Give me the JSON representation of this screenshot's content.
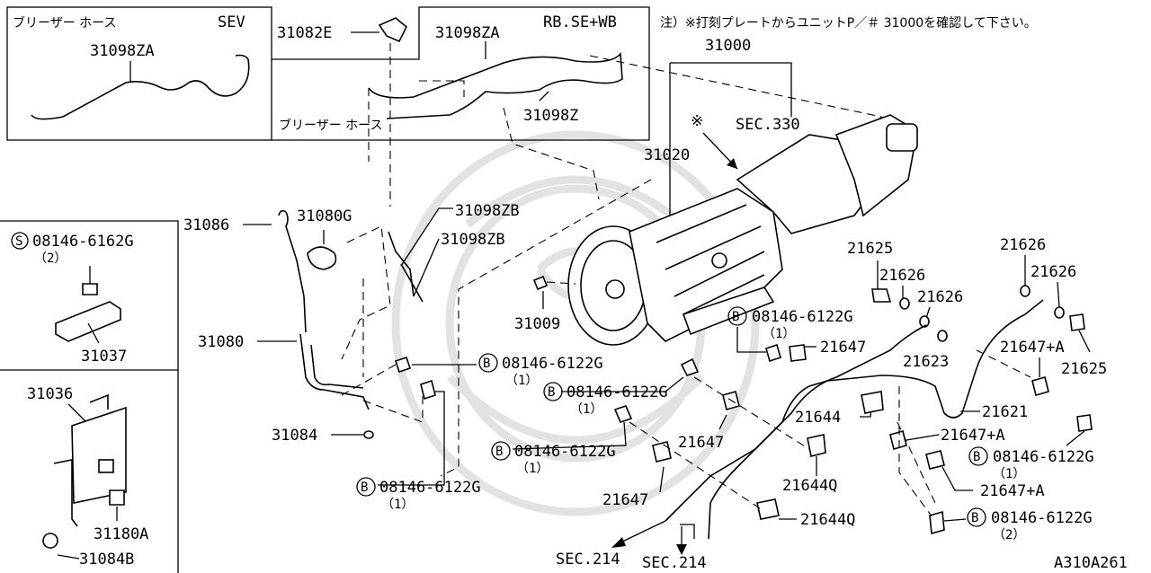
{
  "note": "注）※打刻プレートからユニットP／＃ 31000を確認して下さい。",
  "diagram_id": "A310A261",
  "inset_top_left": {
    "title": "ブリーザー ホース",
    "variant": "SEV",
    "part": "31098ZA"
  },
  "inset_top_center": {
    "variant": "RB.SE+WB",
    "title": "ブリーザー ホース",
    "parts": [
      "31082E",
      "31098ZA",
      "31098Z"
    ]
  },
  "side_panel": {
    "bolt_code": "08146-6162G",
    "bolt_qty": "（2）",
    "bolt_prefix": "S",
    "bracket": "31037",
    "unit": "31036",
    "bolt2": "31180A",
    "nut": "31084B"
  },
  "labels": {
    "p31000": "31000",
    "sec330": "SEC.330",
    "star": "※",
    "p31020": "31020",
    "p31086": "31086",
    "p31080g": "31080G",
    "p31098zb1": "31098ZB",
    "p31098zb2": "31098ZB",
    "p31009": "31009",
    "p31080": "31080",
    "p31084": "31084",
    "p21625a": "21625",
    "p21626a": "21626",
    "p21626b": "21626",
    "p21626c": "21626",
    "p21626d": "21626",
    "p21647a": "21647",
    "p21623": "21623",
    "p21647pa1": "21647+A",
    "p21625b": "21625",
    "p21621": "21621",
    "p21644": "21644",
    "p21647b": "21647",
    "p21647pa2": "21647+A",
    "p21644q1": "21644Q",
    "p21647c": "21647",
    "p21647pa3": "21647+A",
    "p21644q2": "21644Q",
    "sec214a": "SEC.214",
    "sec214b": "SEC.214"
  },
  "bolt_callouts": [
    {
      "prefix": "B",
      "code": "08146-6122G",
      "qty": "（1）"
    },
    {
      "prefix": "B",
      "code": "08146-6122G",
      "qty": "（1）"
    },
    {
      "prefix": "B",
      "code": "08146-6122G",
      "qty": "（1）"
    },
    {
      "prefix": "B",
      "code": "08146-6122G",
      "qty": "（1）"
    },
    {
      "prefix": "B",
      "code": "08146-6122G",
      "qty": "（1）"
    },
    {
      "prefix": "B",
      "code": "08146-6122G",
      "qty": "（1）"
    },
    {
      "prefix": "B",
      "code": "08146-6122G",
      "qty": "（2）"
    }
  ]
}
